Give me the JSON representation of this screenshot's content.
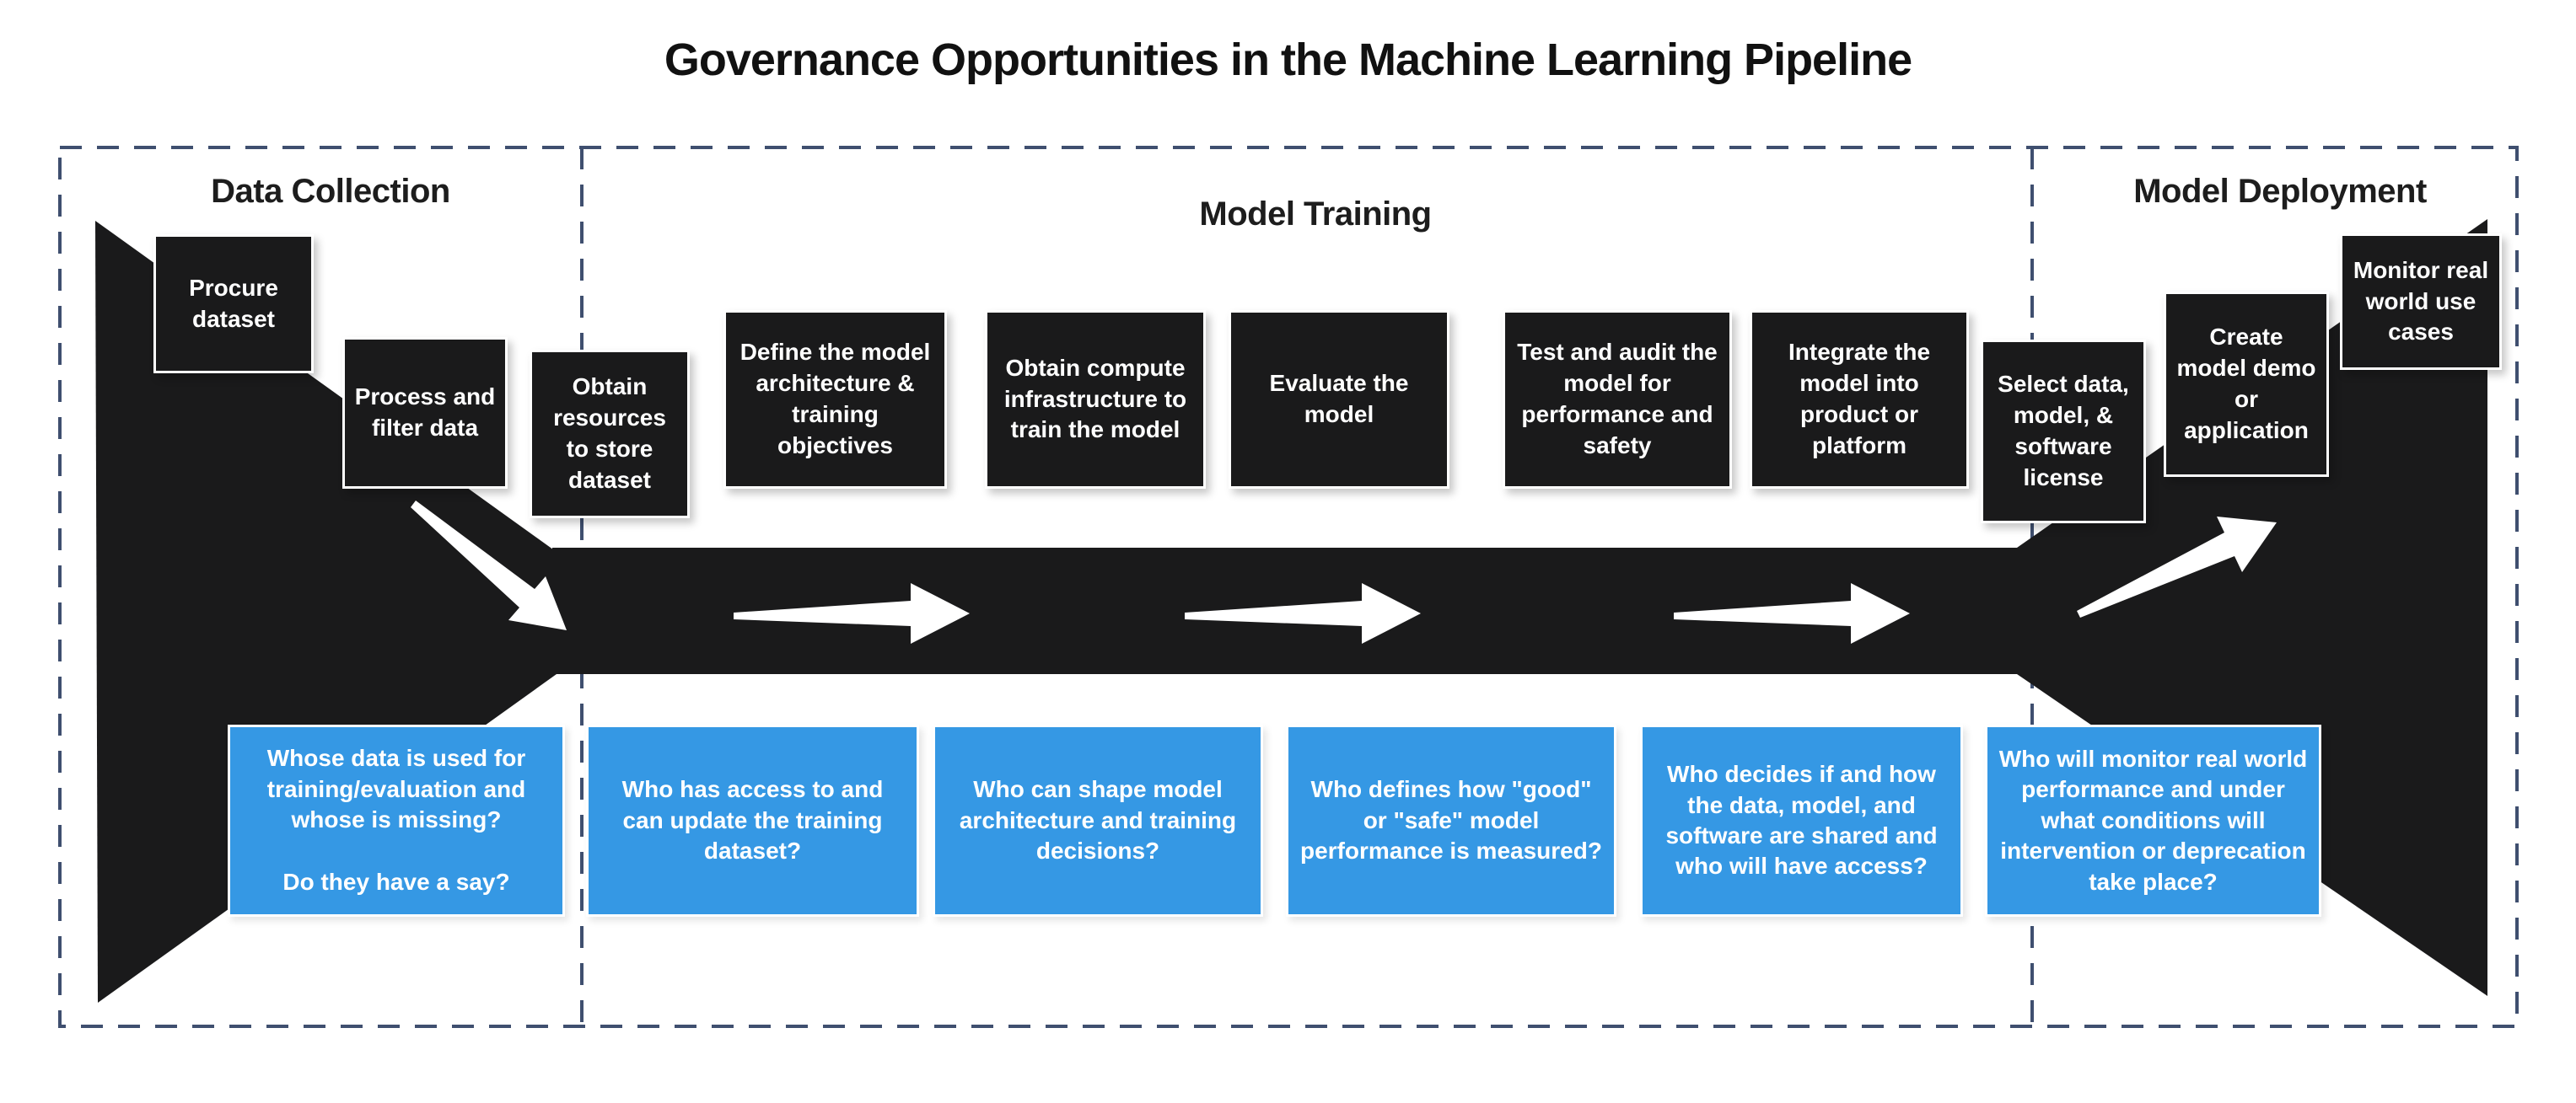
{
  "title": "Governance Opportunities in the Machine Learning Pipeline",
  "sections": [
    {
      "label": "Data Collection"
    },
    {
      "label": "Model Training"
    },
    {
      "label": "Model Deployment"
    }
  ],
  "steps": [
    {
      "label": "Procure dataset"
    },
    {
      "label": "Process and filter data"
    },
    {
      "label": "Obtain resources to store dataset"
    },
    {
      "label": "Define the model architecture & training objectives"
    },
    {
      "label": "Obtain compute infrastructure to train the model"
    },
    {
      "label": "Evaluate the model"
    },
    {
      "label": "Test and audit the model for performance and safety"
    },
    {
      "label": "Integrate the model into product or platform"
    },
    {
      "label": "Select data, model, & software license"
    },
    {
      "label": "Create model demo or application"
    },
    {
      "label": "Monitor real world use cases"
    }
  ],
  "questions": [
    {
      "text": "Whose data is used for training/evaluation and whose is missing?",
      "text2": "Do they have a say?"
    },
    {
      "text": "Who has access to and can update the training dataset?",
      "text2": ""
    },
    {
      "text": "Who can shape model architecture and training decisions?",
      "text2": ""
    },
    {
      "text": "Who defines how \"good\" or \"safe\" model performance is measured?",
      "text2": ""
    },
    {
      "text": "Who decides if and how the data, model, and software are shared and who will have access?",
      "text2": ""
    },
    {
      "text": "Who will monitor real world performance and under what conditions will intervention or deprecation take place?",
      "text2": ""
    }
  ],
  "colors": {
    "ink": "#1a1a1b",
    "blue": "#3598e4",
    "dash": "#3f4f6f",
    "paper": "#ffffff",
    "text-dark": "#1d1d1d"
  }
}
